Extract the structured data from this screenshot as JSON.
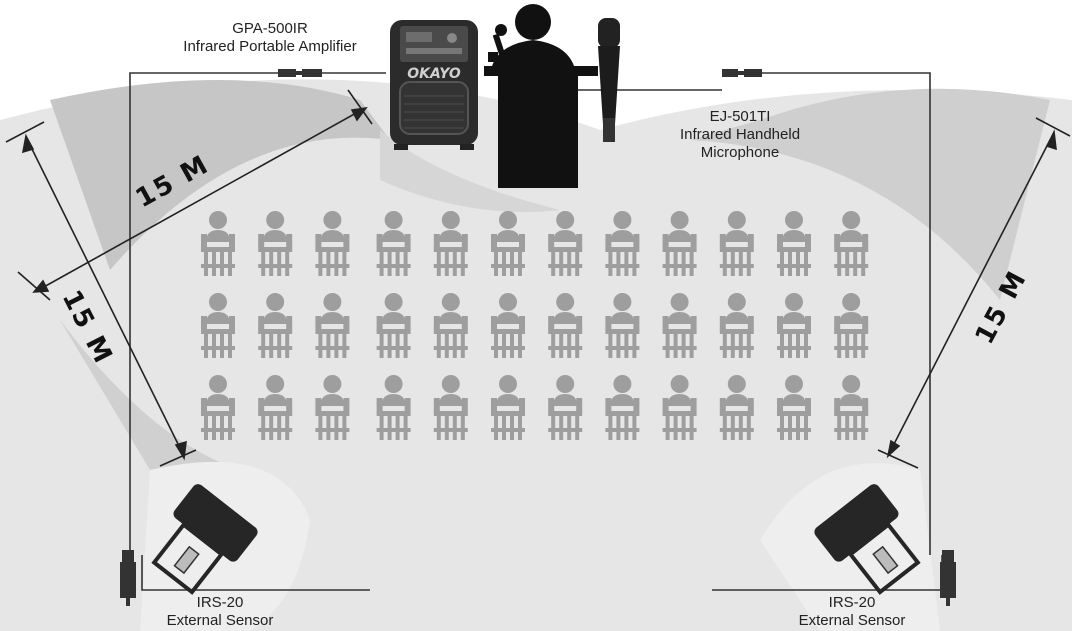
{
  "amplifier": {
    "model": "GPA-500IR",
    "description": "Infrared Portable Amplifier",
    "brand": "OKAYO"
  },
  "microphone": {
    "model": "EJ-501TI",
    "description_line1": "Infrared Handheld",
    "description_line2": "Microphone"
  },
  "sensor_left": {
    "model": "IRS-20",
    "description": "External Sensor"
  },
  "sensor_right": {
    "model": "IRS-20",
    "description": "External Sensor"
  },
  "distances": {
    "top": "15 M",
    "left": "15 M",
    "right": "15 M"
  },
  "audience": {
    "rows": 3,
    "seats_per_row": 12
  },
  "colors": {
    "coverage": "#dcdcdc",
    "coverage_dark": "#c2c2c2",
    "seat": "#9e9e9e",
    "device": "#2b2b2b",
    "line": "#333333"
  }
}
